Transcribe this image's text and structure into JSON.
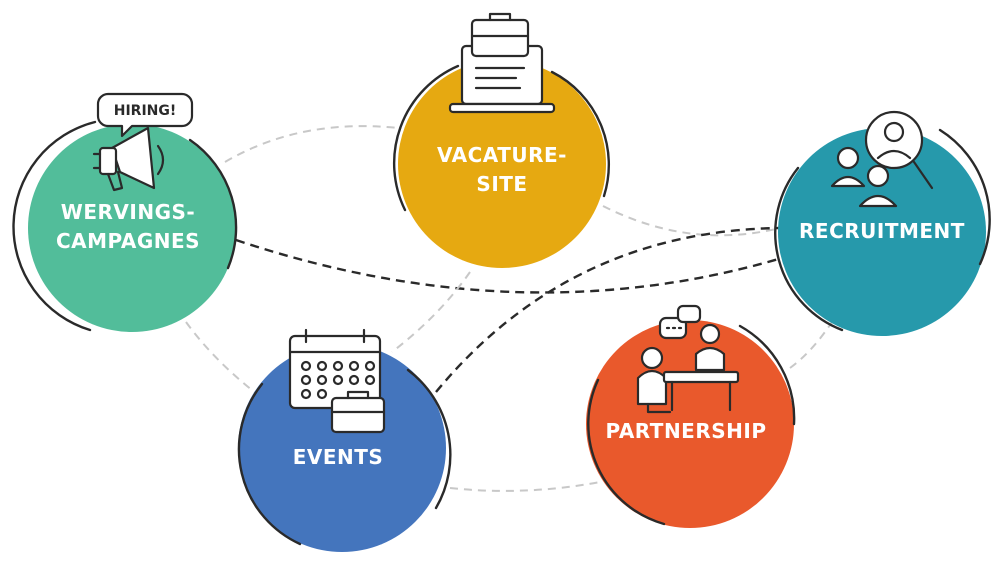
{
  "nodes": [
    {
      "id": "wervings",
      "label_lines": [
        "WERVINGS-",
        "CAMPAGNES"
      ],
      "color": "#52bd9a",
      "icon": "megaphone-icon",
      "badge": "HIRING!"
    },
    {
      "id": "vacature",
      "label_lines": [
        "VACATURE-",
        "SITE"
      ],
      "color": "#e6a911",
      "icon": "laptop-briefcase-icon"
    },
    {
      "id": "recruitment",
      "label_lines": [
        "RECRUITMENT"
      ],
      "color": "#2699ab",
      "icon": "candidate-search-icon"
    },
    {
      "id": "events",
      "label_lines": [
        "EVENTS"
      ],
      "color": "#4475bd",
      "icon": "calendar-briefcase-icon"
    },
    {
      "id": "partnership",
      "label_lines": [
        "PARTNERSHIP"
      ],
      "color": "#e9592c",
      "icon": "meeting-icon"
    }
  ],
  "connections": [
    {
      "from": "wervings",
      "to": "vacature",
      "style": "light"
    },
    {
      "from": "wervings",
      "to": "events",
      "style": "light"
    },
    {
      "from": "wervings",
      "to": "recruitment",
      "style": "dark"
    },
    {
      "from": "vacature",
      "to": "recruitment",
      "style": "light"
    },
    {
      "from": "vacature",
      "to": "events",
      "style": "light"
    },
    {
      "from": "events",
      "to": "recruitment",
      "style": "dark"
    },
    {
      "from": "events",
      "to": "partnership",
      "style": "light"
    },
    {
      "from": "partnership",
      "to": "recruitment",
      "style": "light"
    }
  ]
}
